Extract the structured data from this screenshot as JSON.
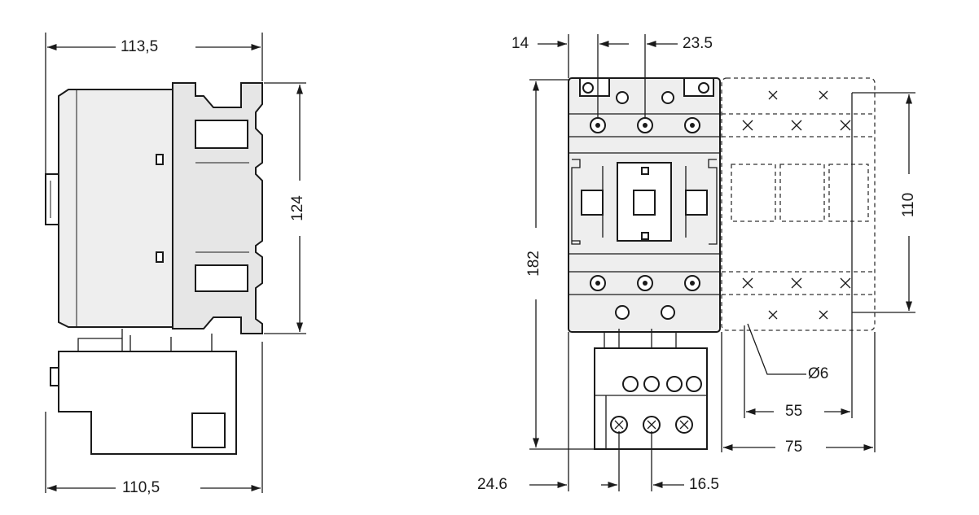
{
  "dimensions": {
    "side_view": {
      "top_width": "113,5",
      "bottom_width": "110,5",
      "height": "124"
    },
    "front_view": {
      "left_offset": "14",
      "pole_pitch_top": "23.5",
      "total_height": "182",
      "mount_height": "110",
      "hole_diameter": "Ø6",
      "mount_width": "55",
      "total_width": "75",
      "bottom_left_offset": "24.6",
      "pole_pitch_bottom": "16.5"
    }
  }
}
